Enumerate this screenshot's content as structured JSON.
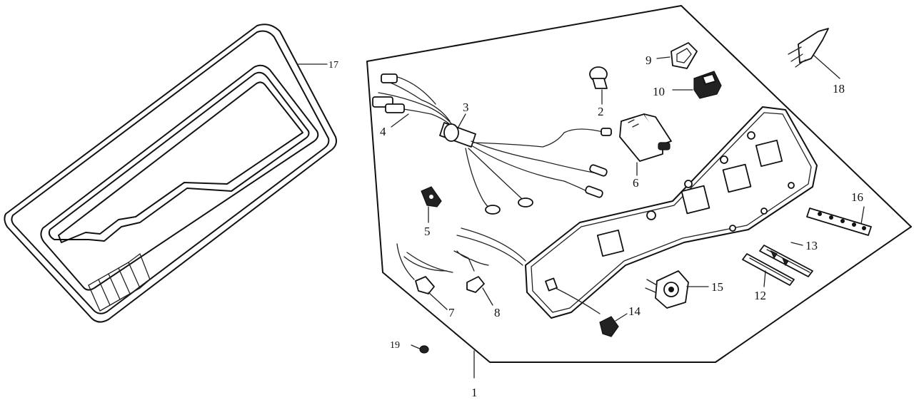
{
  "callouts": {
    "c1": "1",
    "c2": "2",
    "c3": "3",
    "c4": "4",
    "c5": "5",
    "c6": "6",
    "c7": "7",
    "c8": "8",
    "c9": "9",
    "c10": "10",
    "c12": "12",
    "c13": "13",
    "c14": "14",
    "c15": "15",
    "c16": "16",
    "c17": "17",
    "c18": "18",
    "c19": "19"
  },
  "colors": {
    "line": "#111111",
    "background": "#ffffff"
  }
}
